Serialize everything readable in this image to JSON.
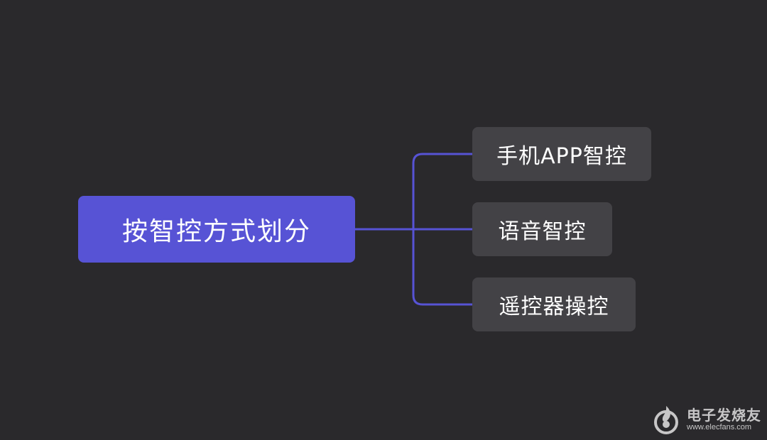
{
  "diagram": {
    "root": {
      "label": "按智控方式划分"
    },
    "children": [
      {
        "label": "手机APP智控"
      },
      {
        "label": "语音智控"
      },
      {
        "label": "遥控器操控"
      }
    ]
  },
  "watermark": {
    "title": "电子发烧友",
    "url": "www.elecfans.com"
  },
  "colors": {
    "background": "#2a292c",
    "root_fill": "#5753d5",
    "child_fill": "#434246",
    "connector": "#5753d5"
  }
}
